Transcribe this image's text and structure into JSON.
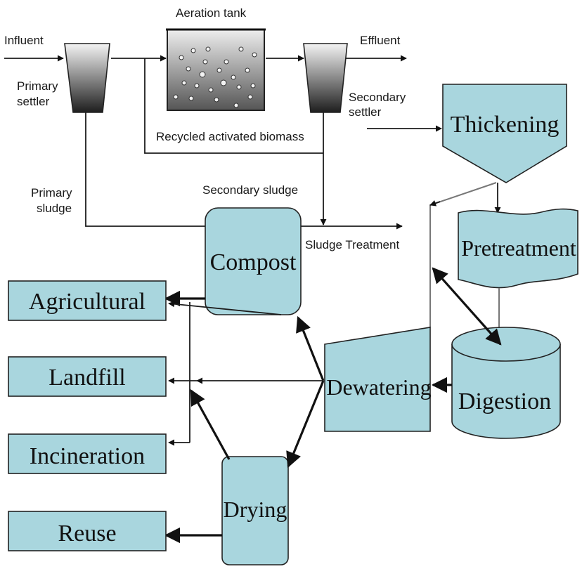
{
  "labels": {
    "influent": "Influent",
    "aeration_tank": "Aeration tank",
    "effluent": "Effluent",
    "primary_settler_1": "Primary",
    "primary_settler_2": "settler",
    "secondary_settler_1": "Secondary",
    "secondary_settler_2": "settler",
    "recycled_biomass": "Recycled activated biomass",
    "primary_sludge_1": "Primary",
    "primary_sludge_2": "sludge",
    "secondary_sludge": "Secondary sludge",
    "sludge_treatment": "Sludge Treatment"
  },
  "process_steps": {
    "thickening": "Thickening",
    "pretreatment": "Pretreatment",
    "compost": "Compost",
    "dewatering": "Dewatering",
    "digestion": "Digestion",
    "drying": "Drying"
  },
  "destinations": {
    "agricultural": "Agricultural",
    "landfill": "Landfill",
    "incineration": "Incineration",
    "reuse": "Reuse"
  },
  "colors": {
    "box_fill": "#a9d6de",
    "tank_fill": "#c8c8c8",
    "outline": "#222222"
  }
}
